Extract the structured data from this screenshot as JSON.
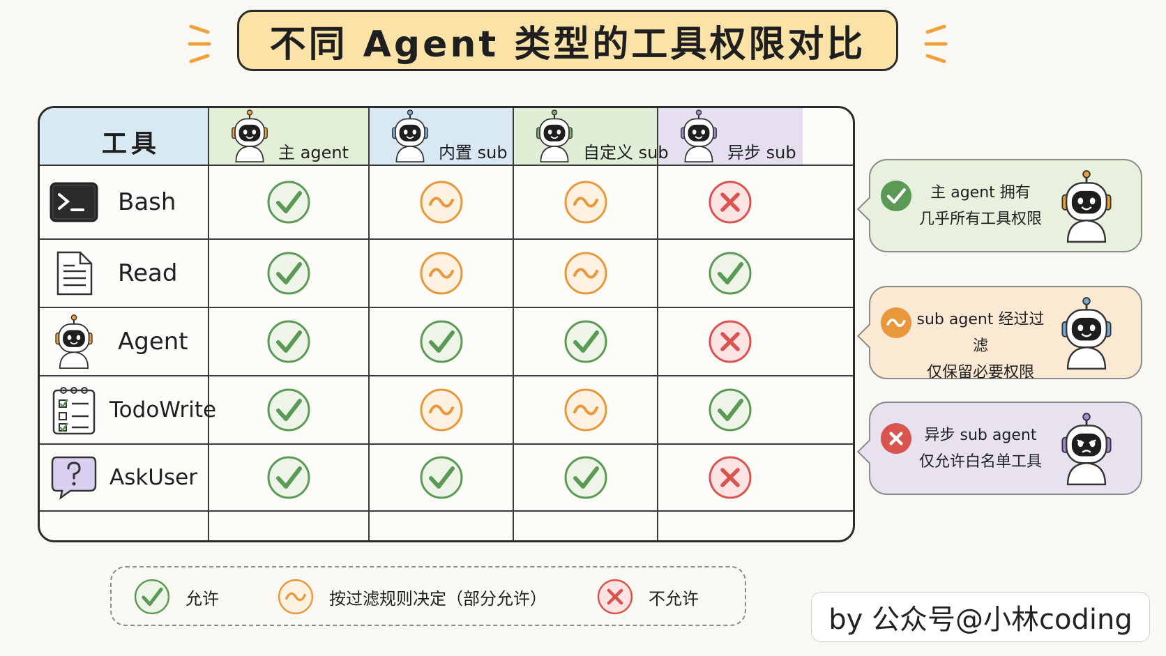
{
  "title": "不同 Agent 类型的工具权限对比",
  "table": {
    "corner_label": "工具",
    "columns": [
      {
        "label": "主 agent",
        "color": "#e3eed6"
      },
      {
        "label": "内置 sub",
        "color": "#d8e9f4"
      },
      {
        "label": "自定义 sub",
        "color": "#e1eed6"
      },
      {
        "label": "异步 sub",
        "color": "#e5dff0"
      }
    ],
    "rows": [
      {
        "tool": "Bash",
        "icon": "terminal-icon",
        "cells": [
          "allow",
          "partial",
          "partial",
          "deny"
        ]
      },
      {
        "tool": "Read",
        "icon": "document-icon",
        "cells": [
          "allow",
          "partial",
          "partial",
          "allow"
        ]
      },
      {
        "tool": "Agent",
        "icon": "robot-icon",
        "cells": [
          "allow",
          "allow",
          "allow",
          "deny"
        ]
      },
      {
        "tool": "TodoWrite",
        "icon": "checklist-icon",
        "cells": [
          "allow",
          "partial",
          "partial",
          "allow"
        ]
      },
      {
        "tool": "AskUser",
        "icon": "question-bubble-icon",
        "cells": [
          "allow",
          "allow",
          "allow",
          "deny"
        ]
      }
    ]
  },
  "callouts": [
    {
      "lines": [
        "主 agent 拥有",
        "几乎所有工具权限"
      ],
      "status": "allow",
      "bg": "#e8f1de",
      "icon": "robot-thumbs-up-icon"
    },
    {
      "lines": [
        "sub agent 经过过滤",
        "仅保留必要权限"
      ],
      "status": "partial",
      "bg": "#fbe9d4",
      "icon": "robot-thinking-icon"
    },
    {
      "lines": [
        "异步 sub agent",
        "仅允许白名单工具"
      ],
      "status": "deny",
      "bg": "#e7e1f0",
      "icon": "robot-arms-crossed-icon"
    }
  ],
  "legend": [
    {
      "status": "allow",
      "label": "允许"
    },
    {
      "status": "partial",
      "label": "按过滤规则决定（部分允许）"
    },
    {
      "status": "deny",
      "label": "不允许"
    }
  ],
  "credit": "by 公众号@小林coding",
  "colors": {
    "allow": "#5a9a55",
    "partial": "#e8973a",
    "deny": "#d9534f",
    "header_tool": "#d9e9f4"
  }
}
